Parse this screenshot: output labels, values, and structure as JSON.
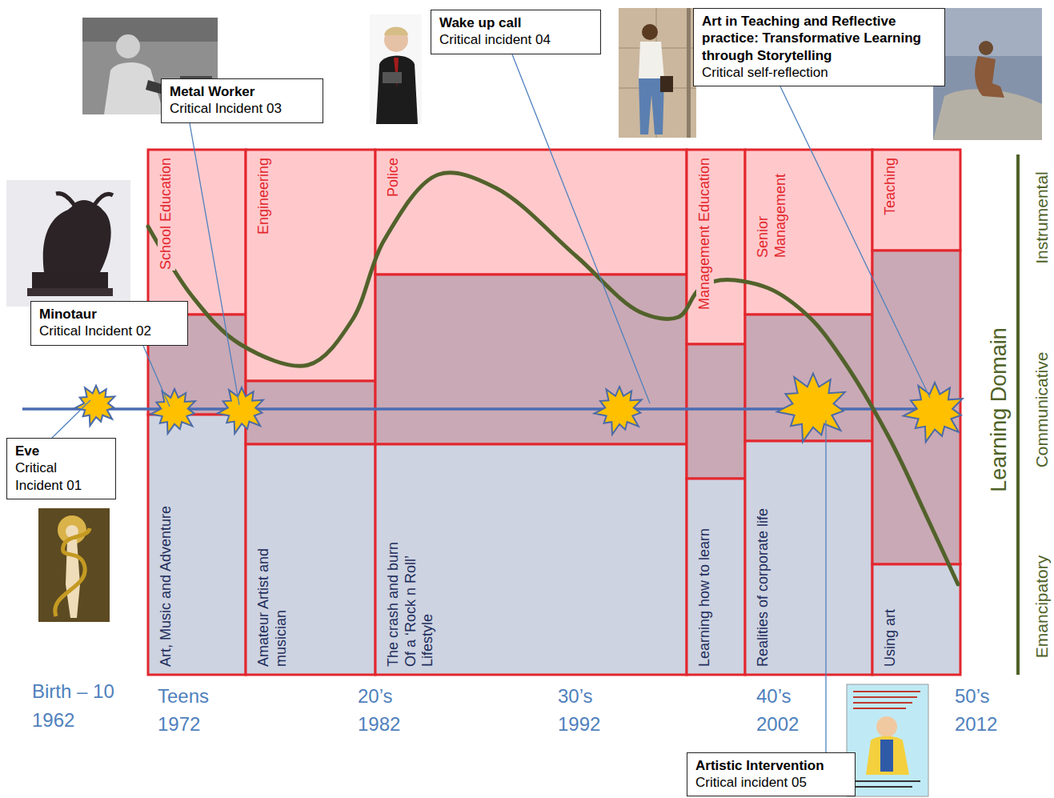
{
  "diagram": {
    "nodes": [
      {
        "text": [
          "Eve",
          "Critical Incident 01"
        ]
      },
      {
        "text": [
          "Minotaur",
          "Critical Incident 02"
        ]
      },
      {
        "text": [
          "Metal Worker",
          "Critical Incident 03"
        ]
      },
      {
        "text": [
          "Wake up call",
          "Critical incident 04"
        ]
      },
      {
        "text": [
          "Art in Teaching and Reflective practice: Transformative Learning through Storytelling",
          "Critical self-reflection"
        ]
      },
      {
        "text": [
          "School Education"
        ]
      },
      {
        "text": [
          "Art, Music and Adventure"
        ]
      },
      {
        "text": [
          "Engineering"
        ]
      },
      {
        "text": [
          "Amateur Artist and musician"
        ]
      },
      {
        "text": [
          "Police"
        ]
      },
      {
        "text": [
          "The crash and burn Of a ‘Rock n Roll’ Lifestyle"
        ]
      },
      {
        "text": [
          "Management Education"
        ]
      },
      {
        "text": [
          "Learning how to learn"
        ]
      },
      {
        "text": [
          "Senior Management"
        ]
      },
      {
        "text": [
          "Realities of corporate life"
        ]
      },
      {
        "text": [
          "Teaching"
        ]
      },
      {
        "text": [
          "Using art"
        ]
      },
      {
        "text": [
          "Artistic Intervention",
          "Critical incident 05"
        ]
      }
    ],
    "labels": [
      "Birth – 10",
      "1962",
      "Teens",
      "1972",
      "20’s",
      "1982",
      "30’s",
      "1992",
      "40’s",
      "2002",
      "50’s",
      "2012",
      "Instrumental",
      "Communicative",
      "Emancipatory",
      "Learning Domain"
    ]
  }
}
